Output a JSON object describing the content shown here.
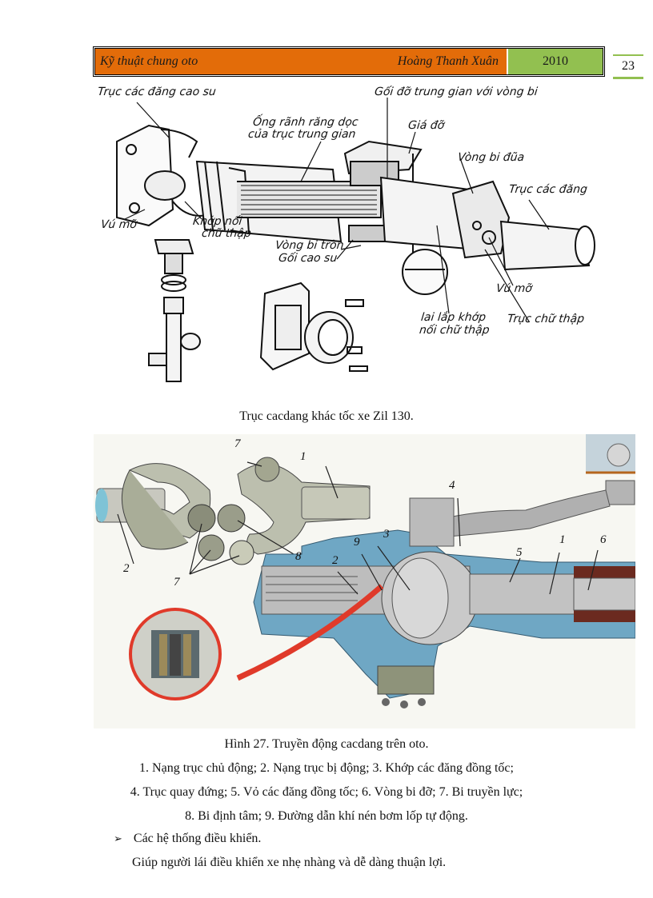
{
  "header": {
    "book_title": "Kỹ thuật chung oto",
    "author": "Hoàng Thanh Xuân",
    "year": "2010",
    "page_number": "23",
    "colors": {
      "title_band": "#e36c09",
      "year_band": "#92c050"
    }
  },
  "figure1": {
    "labels": {
      "truc_cac_dang_cao_su": "Trục các đăng cao su",
      "ong_ranh_line1": "Ống rãnh răng dọc",
      "ong_ranh_line2": "của trục trung gian",
      "goi_do_trung_gian": "Gối đỡ trung gian với vòng bi",
      "gia_do": "Giá đỡ",
      "vong_bi_dua": "Vòng bi đũa",
      "truc_cac_dang": "Trục các đăng",
      "vu_mo_left": "Vú mỡ",
      "khop_noi_line1": "Khớp nối",
      "khop_noi_line2": "chữ thập",
      "vong_bi_tron": "Vòng bi tròn",
      "goi_cao_su": "Gối cao su",
      "vu_mo_right": "Vú mỡ",
      "lai_lap_line1": "lai lắp khớp",
      "lai_lap_line2": "nối chữ thập",
      "truc_chu_thap": "Trục chữ thập"
    },
    "caption": "Trục cacdang khác tốc xe Zil 130."
  },
  "figure2": {
    "callouts": {
      "n7_top": "7",
      "n1_top": "1",
      "n2_left": "2",
      "n8": "8",
      "n7_bottom": "7",
      "n4": "4",
      "n3": "3",
      "n9": "9",
      "n2_mid": "2",
      "n5": "5",
      "n1_right": "1",
      "n6": "6"
    },
    "caption": "Hình 27. Truyền động cacdang trên oto.",
    "legend": [
      "1. Nạng trục chủ động; 2. Nạng trục bị động; 3. Khớp các đăng đồng tốc;",
      "4. Trục quay đứng; 5. Vỏ các đăng đồng tốc; 6. Vòng bi đỡ; 7. Bi truyền lực;",
      "8. Bi định tâm; 9. Đường dẫn khí nén bơm lốp tự động."
    ]
  },
  "section": {
    "bullet_icon": "arrowhead-bullet-icon",
    "bullet_glyph": "➢",
    "heading": "Các hệ thống điều khiển.",
    "paragraph": "Giúp người lái điều khiển xe nhẹ nhàng và dễ dàng thuận lợi."
  }
}
